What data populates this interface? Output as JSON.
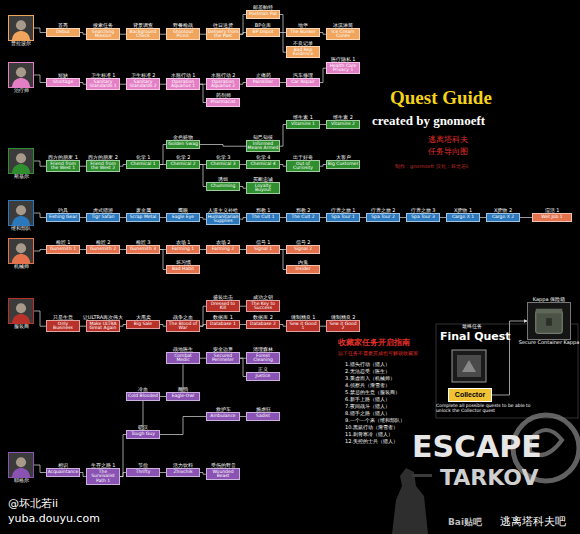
{
  "diagram": {
    "title": "Quest Guide",
    "nodes": [
      {
        "text": [
          "普拉波尔"
        ]
      },
      {
        "text": [
          "首秀",
          "Debut"
        ]
      },
      {
        "text": [
          "搜索任务",
          "Searching Mission"
        ]
      },
      {
        "text": [
          "背景调查",
          "Background Check"
        ]
      },
      {
        "text": [
          "野餐枪战",
          "Shootout Picnic"
        ]
      },
      {
        "text": [
          "往日送货",
          "Delivery from the Past"
        ]
      },
      {
        "text": [
          "BP仓库",
          "BP Depot"
        ]
      },
      {
        "text": [
          "邮差帕特",
          "Postman Pat"
        ]
      },
      {
        "text": [
          "地堡",
          "The Bunker"
        ]
      },
      {
        "text": [
          "不良记录",
          "Bad Rep Evidence"
        ]
      },
      {
        "text": [
          "冰淇淋筒",
          "Ice Cream Cones"
        ]
      },
      {
        "text": [
          "治疗师"
        ]
      },
      {
        "text": [
          "短缺",
          "Shortage"
        ]
      },
      {
        "text": [
          "卫生标准 1",
          "Sanitary Standards 1"
        ]
      },
      {
        "text": [
          "卫生标准 2",
          "Sanitary Standards 2"
        ]
      },
      {
        "text": [
          "水瓶行动 1",
          "Operation Aquarius 1"
        ]
      },
      {
        "text": [
          "水瓶行动 2",
          "Operation Aquarius 2"
        ]
      },
      {
        "text": [
          "止痛药",
          "Painkiller"
        ]
      },
      {
        "text": [
          "药剂师",
          "Pharmacist"
        ]
      },
      {
        "text": [
          "汽车修理",
          "Car Repair"
        ]
      },
      {
        "text": [
          "医疗隐私 1",
          "Health Care Privacy 1"
        ]
      },
      {
        "text": [
          "斯基尔"
        ]
      },
      {
        "text": [
          "西方的朋友 1",
          "Friend from the West 1"
        ]
      },
      {
        "text": [
          "西方的朋友 2",
          "Friend from the West 2"
        ]
      },
      {
        "text": [
          "化学 1",
          "Chemical 1"
        ]
      },
      {
        "text": [
          "化学 2",
          "Chemical 2"
        ]
      },
      {
        "text": [
          "化学 3",
          "Chemical 3"
        ]
      },
      {
        "text": [
          "化学 4",
          "Chemical 4"
        ]
      },
      {
        "text": [
          "出于好奇",
          "Out of Curiosity"
        ]
      },
      {
        "text": [
          "大客户",
          "Big Customer"
        ]
      },
      {
        "text": [
          "金色赃物",
          "Golden Swag"
        ]
      },
      {
        "text": [
          "诱饵",
          "Chumming"
        ]
      },
      {
        "text": [
          "买断忠诚",
          "Loyalty Buyout"
        ]
      },
      {
        "text": [
          "知己知彼",
          "Informed Means Armed"
        ]
      },
      {
        "text": [
          "维生素 1",
          "Vitamins 1"
        ]
      },
      {
        "text": [
          "维生素 2",
          "Vitamins 2"
        ]
      },
      {
        "text": [
          "维和部队"
        ]
      },
      {
        "text": [
          "钓具",
          "Fishing Gear"
        ]
      },
      {
        "text": [
          "虎式猎游",
          "Tigr Safari"
        ]
      },
      {
        "text": [
          "废金属",
          "Scrap Metal"
        ]
      },
      {
        "text": [
          "鹰眼",
          "Eagle Eye"
        ]
      },
      {
        "text": [
          "人道主义补给",
          "Humanitarian Supplies"
        ]
      },
      {
        "text": [
          "邪教 1",
          "The Cult 1"
        ]
      },
      {
        "text": [
          "邪教 2",
          "The Cult 2"
        ]
      },
      {
        "text": [
          "疗养之旅 1",
          "Spa Tour 1"
        ]
      },
      {
        "text": [
          "疗养之旅 2",
          "Spa Tour 2"
        ]
      },
      {
        "text": [
          "疗养之旅 3",
          "Spa Tour 3"
        ]
      },
      {
        "text": [
          "X货物 1",
          "Cargo X 1"
        ]
      },
      {
        "text": [
          "X货物 2",
          "Cargo X 2"
        ]
      },
      {
        "text": [
          "湿活 1",
          "Wet Job 1"
        ]
      },
      {
        "text": [
          "机械师"
        ]
      },
      {
        "text": [
          "枪匠 1",
          "Gunsmith 1"
        ]
      },
      {
        "text": [
          "枪匠 2",
          "Gunsmith 2"
        ]
      },
      {
        "text": [
          "枪匠 3",
          "Gunsmith 3"
        ]
      },
      {
        "text": [
          "农场 1",
          "Farming 1"
        ]
      },
      {
        "text": [
          "农场 2",
          "Farming 2"
        ]
      },
      {
        "text": [
          "信号 1",
          "Signal 1"
        ]
      },
      {
        "text": [
          "信号 2",
          "Signal 2"
        ]
      },
      {
        "text": [
          "坏习惯",
          "Bad Habit"
        ]
      },
      {
        "text": [
          "内鬼",
          "Insider"
        ]
      },
      {
        "text": [
          "服装商"
        ]
      },
      {
        "text": [
          "只是生意",
          "Only Business"
        ]
      },
      {
        "text": [
          "让ULTRA再次伟大",
          "Make ULTRA Great Again"
        ]
      },
      {
        "text": [
          "大甩卖",
          "Big Sale"
        ]
      },
      {
        "text": [
          "战争之血",
          "The Blood of War"
        ]
      },
      {
        "text": [
          "盛装出击",
          "Dressed to Kill"
        ]
      },
      {
        "text": [
          "数据库 1",
          "Database 1"
        ]
      },
      {
        "text": [
          "数据库 2",
          "Database 2"
        ]
      },
      {
        "text": [
          "成功之钥",
          "The Key to Success"
        ]
      },
      {
        "text": [
          "缝制精良 1",
          "Sew it Good 1"
        ]
      },
      {
        "text": [
          "缝制精良 2",
          "Sew it Good 2"
        ]
      },
      {
        "text": [
          "耶格尔"
        ]
      },
      {
        "text": [
          "相识",
          "Acquaintance"
        ]
      },
      {
        "text": [
          "生存之路 1",
          "The Survivalist Path 1"
        ]
      },
      {
        "text": [
          "节俭",
          "Thrifty"
        ]
      },
      {
        "text": [
          "活力饮料",
          "Zhivchik"
        ]
      },
      {
        "text": [
          "受伤的野兽",
          "Wounded Beast"
        ]
      },
      {
        "text": [
          "硬汉",
          "Tough Guy"
        ]
      },
      {
        "text": [
          "冷血",
          "Cold Blooded"
        ]
      },
      {
        "text": [
          "雕鸮",
          "Eagle-Owl"
        ]
      },
      {
        "text": [
          "战地医生",
          "Combat Medic"
        ]
      },
      {
        "text": [
          "安全边界",
          "Secured Perimeter"
        ]
      },
      {
        "text": [
          "清理森林",
          "Forest Cleaning"
        ]
      },
      {
        "text": [
          "正义",
          "Justice"
        ]
      },
      {
        "text": [
          "救护车",
          "Ambulance"
        ]
      },
      {
        "text": [
          "施虐狂",
          "Sadist"
        ]
      },
      {
        "text": [
          "Collector"
        ]
      },
      {
        "text": [
          "Kappa 保险箱",
          "Secure Container Kappa"
        ]
      }
    ],
    "edges": [
      {
        "from": 0,
        "to": 1,
        "arrow": "none"
      },
      {
        "from": 1,
        "to": 2,
        "arrow": "none"
      },
      {
        "from": 2,
        "to": 3,
        "arrow": "none"
      },
      {
        "from": 3,
        "to": 4,
        "arrow": "none"
      },
      {
        "from": 4,
        "to": 5,
        "arrow": "none"
      },
      {
        "from": 5,
        "to": 6,
        "arrow": "none"
      },
      {
        "from": 5,
        "to": 7,
        "arrow": "none"
      },
      {
        "from": 6,
        "to": 8,
        "arrow": "none"
      },
      {
        "from": 7,
        "to": 9,
        "arrow": "none"
      },
      {
        "from": 8,
        "to": 10,
        "arrow": "none"
      },
      {
        "from": 11,
        "to": 12,
        "arrow": "none"
      },
      {
        "from": 12,
        "to": 13,
        "arrow": "none"
      },
      {
        "from": 13,
        "to": 14,
        "arrow": "none"
      },
      {
        "from": 14,
        "to": 15,
        "arrow": "none"
      },
      {
        "from": 15,
        "to": 16,
        "arrow": "none"
      },
      {
        "from": 16,
        "to": 17,
        "arrow": "none"
      },
      {
        "from": 15,
        "to": 18,
        "arrow": "none"
      },
      {
        "from": 17,
        "to": 19,
        "arrow": "none"
      },
      {
        "from": 19,
        "to": 20,
        "arrow": "none"
      },
      {
        "from": 21,
        "to": 22,
        "arrow": "none"
      },
      {
        "from": 22,
        "to": 23,
        "arrow": "none"
      },
      {
        "from": 23,
        "to": 24,
        "arrow": "none"
      },
      {
        "from": 24,
        "to": 25,
        "arrow": "none"
      },
      {
        "from": 25,
        "to": 26,
        "arrow": "none"
      },
      {
        "from": 26,
        "to": 27,
        "arrow": "none"
      },
      {
        "from": 27,
        "to": 28,
        "arrow": "none"
      },
      {
        "from": 28,
        "to": 29,
        "arrow": "none"
      },
      {
        "from": 24,
        "to": 30,
        "arrow": "none"
      },
      {
        "from": 25,
        "to": 31,
        "arrow": "none"
      },
      {
        "from": 31,
        "to": 32,
        "arrow": "none"
      },
      {
        "from": 30,
        "to": 33,
        "arrow": "none"
      },
      {
        "from": 33,
        "to": 34,
        "arrow": "none"
      },
      {
        "from": 34,
        "to": 35,
        "arrow": "none"
      },
      {
        "from": 36,
        "to": 37,
        "arrow": "none"
      },
      {
        "from": 37,
        "to": 38,
        "arrow": "none"
      },
      {
        "from": 38,
        "to": 39,
        "arrow": "none"
      },
      {
        "from": 39,
        "to": 40,
        "arrow": "none"
      },
      {
        "from": 40,
        "to": 41,
        "arrow": "none"
      },
      {
        "from": 41,
        "to": 42,
        "arrow": "none"
      },
      {
        "from": 42,
        "to": 43,
        "arrow": "none"
      },
      {
        "from": 43,
        "to": 44,
        "arrow": "none"
      },
      {
        "from": 44,
        "to": 45,
        "arrow": "none"
      },
      {
        "from": 45,
        "to": 46,
        "arrow": "none"
      },
      {
        "from": 46,
        "to": 47,
        "arrow": "none"
      },
      {
        "from": 47,
        "to": 48,
        "arrow": "none"
      },
      {
        "from": 48,
        "to": 49,
        "arrow": "none"
      },
      {
        "from": 50,
        "to": 51,
        "arrow": "none"
      },
      {
        "from": 51,
        "to": 52,
        "arrow": "none"
      },
      {
        "from": 52,
        "to": 53,
        "arrow": "none"
      },
      {
        "from": 53,
        "to": 54,
        "arrow": "none"
      },
      {
        "from": 54,
        "to": 55,
        "arrow": "none"
      },
      {
        "from": 55,
        "to": 56,
        "arrow": "none"
      },
      {
        "from": 56,
        "to": 57,
        "arrow": "none"
      },
      {
        "from": 53,
        "to": 58,
        "arrow": "none"
      },
      {
        "from": 56,
        "to": 59,
        "arrow": "none"
      },
      {
        "from": 60,
        "to": 61,
        "arrow": "none"
      },
      {
        "from": 61,
        "to": 62,
        "arrow": "none"
      },
      {
        "from": 62,
        "to": 63,
        "arrow": "none"
      },
      {
        "from": 63,
        "to": 64,
        "arrow": "none"
      },
      {
        "from": 64,
        "to": 66,
        "arrow": "none"
      },
      {
        "from": 66,
        "to": 67,
        "arrow": "none"
      },
      {
        "from": 67,
        "to": 69,
        "arrow": "none"
      },
      {
        "from": 69,
        "to": 70,
        "arrow": "none"
      },
      {
        "from": 64,
        "to": 65,
        "arrow": "none"
      },
      {
        "from": 65,
        "to": 68,
        "arrow": "none"
      },
      {
        "from": 71,
        "to": 72,
        "arrow": "none"
      },
      {
        "from": 72,
        "to": 73,
        "arrow": "none"
      },
      {
        "from": 73,
        "to": 74,
        "arrow": "none"
      },
      {
        "from": 74,
        "to": 75,
        "arrow": "none"
      },
      {
        "from": 75,
        "to": 76,
        "arrow": "none"
      },
      {
        "from": 73,
        "to": 77,
        "arrow": "none"
      },
      {
        "from": 77,
        "to": 78,
        "arrow": "none"
      },
      {
        "from": 78,
        "to": 79,
        "arrow": "none"
      },
      {
        "from": 79,
        "to": 80,
        "arrow": "none"
      },
      {
        "from": 80,
        "to": 81,
        "arrow": "none"
      },
      {
        "from": 81,
        "to": 82,
        "arrow": "none"
      },
      {
        "from": 81,
        "to": 83,
        "arrow": "none"
      },
      {
        "from": 77,
        "to": 84,
        "arrow": "none"
      },
      {
        "from": 84,
        "to": 85,
        "arrow": "none"
      },
      {
        "from": 86,
        "to": 87,
        "arrow": "to"
      }
    ],
    "labels": [
      "created by gnomoeft",
      "逃离塔科夫",
      "任务导向图",
      "制作：gnomoeft  汉化：坏北若ii",
      "最终任务",
      "Final Quest",
      "收藏家任务开启指南",
      "以下任务不需要完成也可解锁收藏家",
      "1.猎头行动（猎人）",
      "2.无法忍受（医生）",
      "3.乘虚而入（机械师）",
      "4.侦察兵（滑雪者）",
      "5.禁忌的生意（服装商）",
      "6.新手上路（猎人）",
      "7.夜间战斗（猎人）",
      "8.猎手之路（猎人）",
      "9.一个一个来（维和部队）",
      "10.黑鼠行动（滑雪者）",
      "11.刺骨寒冷（猎人）",
      "12.失控的士兵（猎人）",
      "Complete all possible quests to be able to unlock the Collector quest",
      "ESCAPE",
      "TARKOV",
      "@坏北若ii",
      "yuba.douyu.com",
      "Bai贴吧",
      "逃离塔科夫吧"
    ]
  }
}
